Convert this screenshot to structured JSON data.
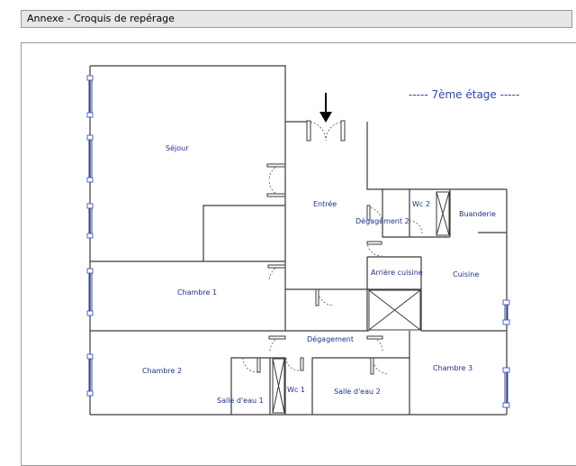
{
  "header": {
    "title": "Annexe - Croquis de repérage"
  },
  "plan": {
    "floor_label": "----- 7ème étage -----",
    "rooms": {
      "sejour": "Séjour",
      "entree": "Entrée",
      "degagement2": "Dégagement 2",
      "wc2": "Wc 2",
      "buanderie": "Buanderie",
      "chambre1": "Chambre 1",
      "arriere_cuisine": "Arrière cuisine",
      "cuisine": "Cuisine",
      "degagement": "Dégagement",
      "chambre2": "Chambre 2",
      "salle_eau1": "Salle d'eau 1",
      "wc1": "Wc 1",
      "salle_eau2": "Salle d'eau 2",
      "chambre3": "Chambre 3"
    },
    "colors": {
      "wall": "#3a3a3a",
      "window": "#2c46b5",
      "label": "#1f2f8f",
      "door": "#555555"
    }
  }
}
